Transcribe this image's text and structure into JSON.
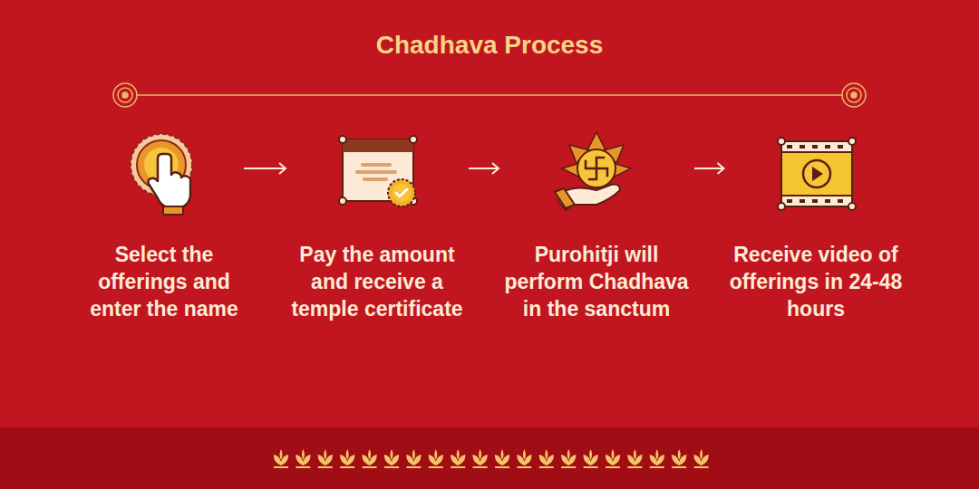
{
  "diagram": {
    "title": "Chadhava Process",
    "nodes": [
      {
        "text": [
          "Select the offerings and enter the name"
        ]
      },
      {
        "text": [
          "Pay the amount and receive a temple certificate"
        ]
      },
      {
        "text": [
          "Purohitji will perform Chadhava in the sanctum"
        ]
      },
      {
        "text": [
          "Receive video of offerings in 24-48 hours"
        ]
      }
    ],
    "edges": [
      {
        "from": 0,
        "to": 1,
        "arrow": "to"
      },
      {
        "from": 1,
        "to": 2,
        "arrow": "to"
      },
      {
        "from": 2,
        "to": 3,
        "arrow": "to"
      }
    ]
  }
}
